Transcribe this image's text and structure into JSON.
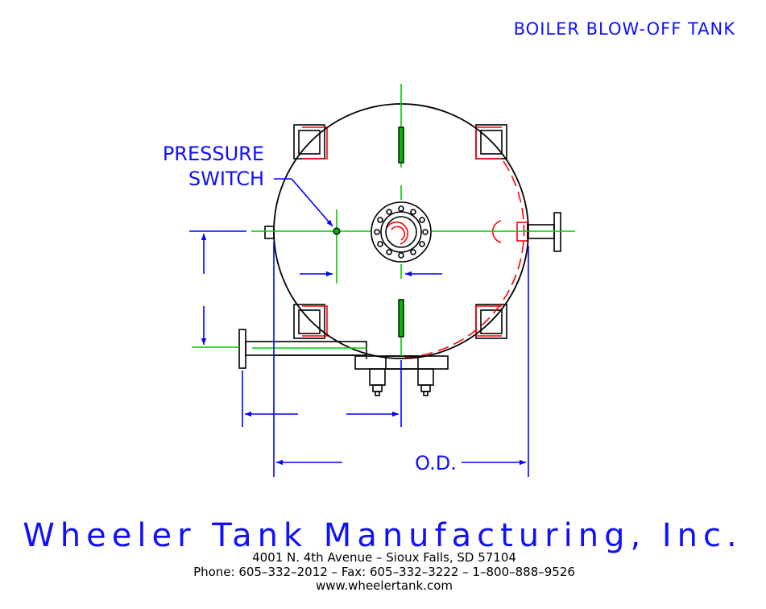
{
  "drawing": {
    "title": "BOILER BLOW-OFF TANK",
    "labels": {
      "pressure_line1": "PRESSURE",
      "pressure_line2": "SWITCH",
      "od": "O.D."
    }
  },
  "company": {
    "name": "Wheeler Tank Manufacturing, Inc.",
    "address": "4001 N. 4th Avenue  –  Sioux Falls, SD 57104",
    "contact": "Phone: 605–332–2012  –  Fax: 605–332–3222  –  1–800–888–9526",
    "website": "www.wheelertank.com"
  },
  "colors": {
    "outline": "#000000",
    "centerline": "#00cc00",
    "dimension": "#0000ff",
    "hidden": "#ff0000",
    "text": "#1010ff"
  }
}
